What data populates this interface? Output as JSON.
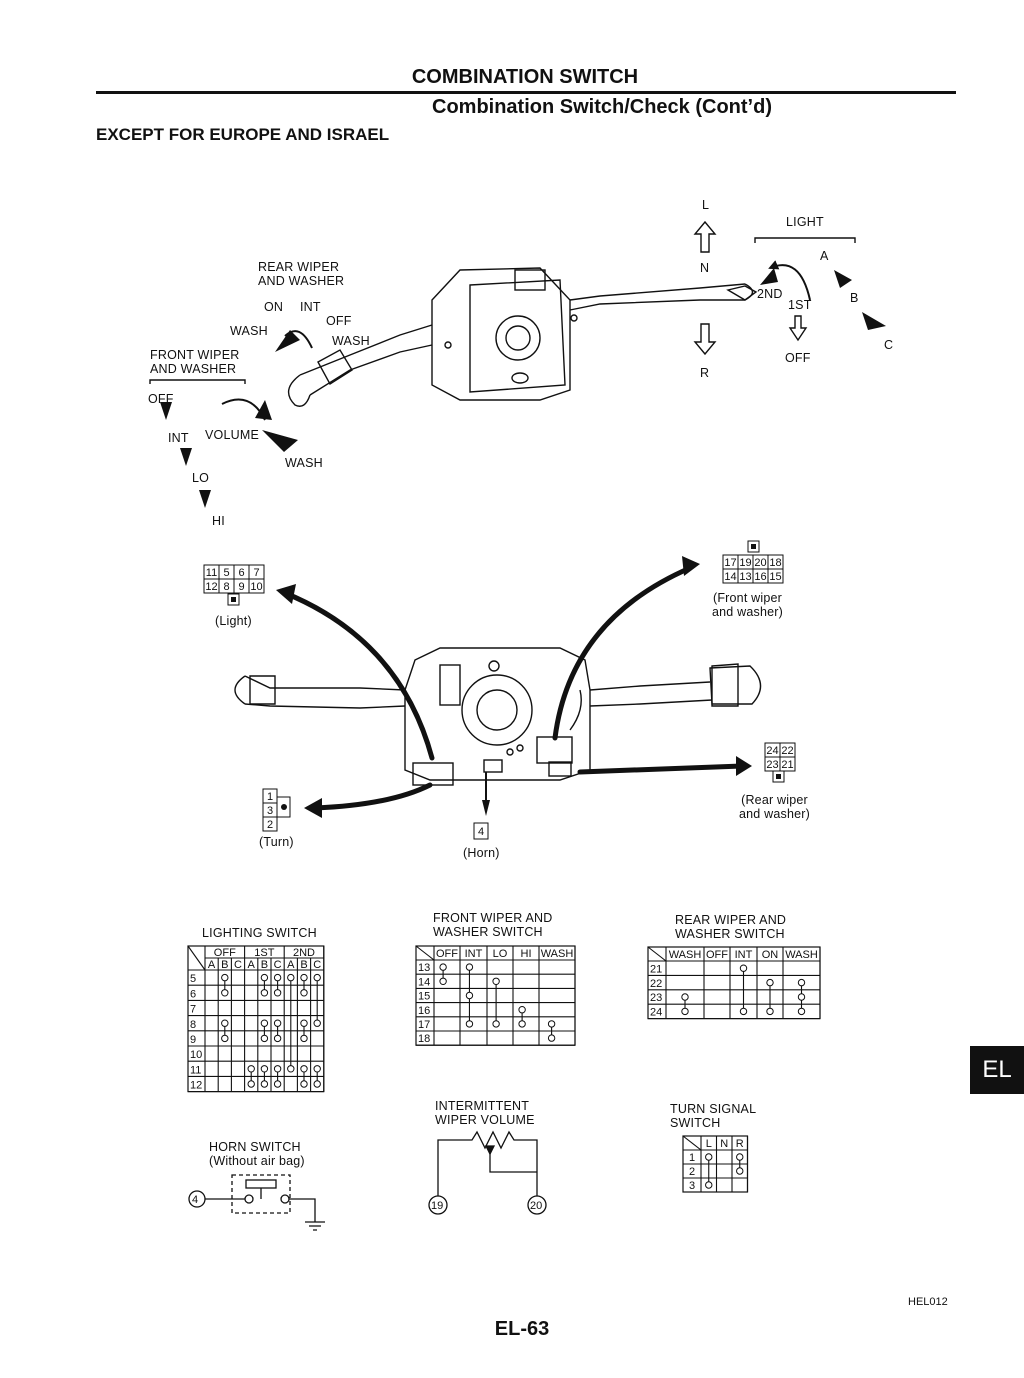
{
  "header": {
    "title": "COMBINATION SWITCH",
    "subtitle": "Combination Switch/Check (Cont’d)",
    "section": "EXCEPT FOR EUROPE AND ISRAEL"
  },
  "top_diagram": {
    "rear_wiper_label": "REAR WIPER\nAND WASHER",
    "rear_on": "ON",
    "rear_int": "INT",
    "rear_off": "OFF",
    "rear_wash_left": "WASH",
    "rear_wash_right": "WASH",
    "front_wiper_label": "FRONT WIPER\nAND WASHER",
    "front_off": "OFF",
    "front_int": "INT",
    "front_volume": "VOLUME",
    "front_wash": "WASH",
    "front_lo": "LO",
    "front_hi": "HI",
    "turn_l": "L",
    "turn_n": "N",
    "turn_r": "R",
    "light_label": "LIGHT",
    "light_2nd": "2ND",
    "light_1st": "1ST",
    "light_off": "OFF",
    "light_a": "A",
    "light_b": "B",
    "light_c": "C"
  },
  "connectors": {
    "light": {
      "row1": [
        "11",
        "5",
        "6",
        "7"
      ],
      "row2": [
        "12",
        "8",
        "9",
        "10"
      ],
      "caption": "(Light)"
    },
    "front": {
      "row1": [
        "17",
        "19",
        "20",
        "18"
      ],
      "row2": [
        "14",
        "13",
        "16",
        "15"
      ],
      "caption": "(Front wiper\nand washer)"
    },
    "rear": {
      "row1": [
        "24",
        "22"
      ],
      "row2": [
        "23",
        "21"
      ],
      "caption": "(Rear wiper\nand washer)"
    },
    "turn": {
      "pins": [
        "1",
        "3",
        "2"
      ],
      "caption": "(Turn)"
    },
    "horn": {
      "pin": "4",
      "caption": "(Horn)"
    }
  },
  "lighting_switch": {
    "title": "LIGHTING SWITCH",
    "groups": [
      "OFF",
      "1ST",
      "2ND"
    ],
    "sub": [
      "A",
      "B",
      "C",
      "A",
      "B",
      "C",
      "A",
      "B",
      "C"
    ],
    "rows": [
      "5",
      "6",
      "7",
      "8",
      "9",
      "10",
      "11",
      "12"
    ]
  },
  "front_wiper_switch": {
    "title": "FRONT WIPER AND\nWASHER SWITCH",
    "cols": [
      "OFF",
      "INT",
      "LO",
      "HI",
      "WASH"
    ],
    "rows": [
      "13",
      "14",
      "15",
      "16",
      "17",
      "18"
    ]
  },
  "rear_wiper_switch": {
    "title": "REAR WIPER AND\nWASHER SWITCH",
    "cols": [
      "WASH",
      "OFF",
      "INT",
      "ON",
      "WASH"
    ],
    "rows": [
      "21",
      "22",
      "23",
      "24"
    ]
  },
  "turn_signal_switch": {
    "title": "TURN SIGNAL\nSWITCH",
    "cols": [
      "L",
      "N",
      "R"
    ],
    "rows": [
      "1",
      "2",
      "3"
    ]
  },
  "horn_switch": {
    "title": "HORN SWITCH\n(Without air bag)",
    "terminal": "4"
  },
  "intermittent": {
    "title": "INTERMITTENT\nWIPER VOLUME",
    "t1": "19",
    "t2": "20"
  },
  "footer": {
    "page_tab": "EL",
    "page_number": "EL-63",
    "figure_code": "HEL012"
  }
}
